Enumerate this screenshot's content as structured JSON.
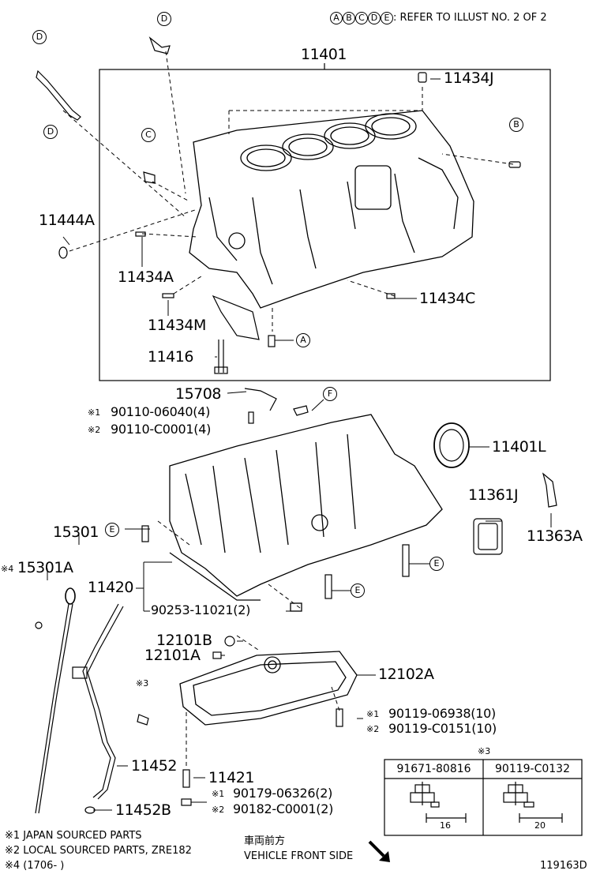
{
  "header": {
    "refer_text": ": REFER TO ILLUST NO. 2 OF 2",
    "refer_letters": [
      "A",
      "B",
      "C",
      "D",
      "E"
    ]
  },
  "callouts": {
    "A": "A",
    "B": "B",
    "C": "C",
    "D": "D",
    "E": "E",
    "F": "F"
  },
  "parts": {
    "p11401": "11401",
    "p11434J": "11434J",
    "p11444A": "11444A",
    "p11434A": "11434A",
    "p11434C": "11434C",
    "p11434M": "11434M",
    "p11416": "11416",
    "p15708": "15708",
    "p90110_06040": "90110-06040(4)",
    "p90110_C0001": "90110-C0001(4)",
    "p11401L": "11401L",
    "p11361J": "11361J",
    "p11363A": "11363A",
    "p15301": "15301",
    "p15301A": "15301A",
    "p11420": "11420",
    "p90253": "90253-11021(2)",
    "p12101B": "12101B",
    "p12101A": "12101A",
    "p12102A": "12102A",
    "p90119_06938": "90119-06938(10)",
    "p90119_C0151": "90119-C0151(10)",
    "p11452": "11452",
    "p11421": "11421",
    "p11452B": "11452B",
    "p90179": "90179-06326(2)",
    "p90182": "90182-C0001(2)"
  },
  "marks": {
    "m1": "※1",
    "m2": "※2",
    "m3": "※3",
    "m4": "※4"
  },
  "table": {
    "note": "※3",
    "col1": "91671-80816",
    "col2": "90119-C0132",
    "dim1": "16",
    "dim2": "20"
  },
  "footnotes": {
    "f1": "※1 JAPAN SOURCED PARTS",
    "f2": "※2 LOCAL SOURCED PARTS, ZRE182",
    "f4": "※4 (1706-        )"
  },
  "direction": {
    "jp": "車両前方",
    "en": "VEHICLE FRONT SIDE"
  },
  "illustration_id": "119163D"
}
